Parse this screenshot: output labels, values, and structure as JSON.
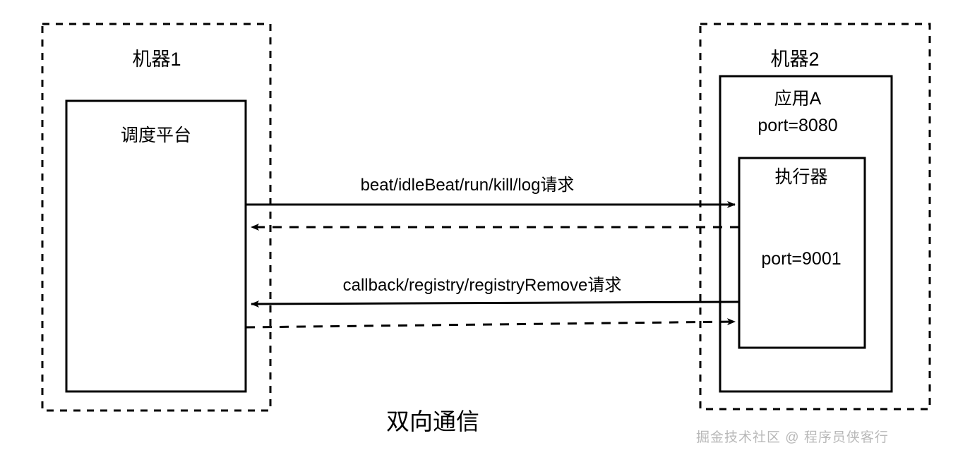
{
  "diagram": {
    "caption": "双向通信",
    "watermark": "掘金技术社区 @ 程序员侠客行",
    "machines": [
      {
        "id": "machine-1",
        "title": "机器1",
        "components": [
          {
            "id": "scheduler",
            "title": "调度平台"
          }
        ]
      },
      {
        "id": "machine-2",
        "title": "机器2",
        "components": [
          {
            "id": "application-a",
            "title": "应用A",
            "port": "port=8080",
            "children": [
              {
                "id": "executor",
                "title": "执行器",
                "port": "port=9001"
              }
            ]
          }
        ]
      }
    ],
    "connections": [
      {
        "id": "request-to-executor",
        "label": "beat/idleBeat/run/kill/log请求",
        "style": "solid",
        "direction": "left-to-right"
      },
      {
        "id": "response-from-executor",
        "label": "",
        "style": "dashed",
        "direction": "right-to-left"
      },
      {
        "id": "callback-to-scheduler",
        "label": "callback/registry/registryRemove请求",
        "style": "solid",
        "direction": "right-to-left"
      },
      {
        "id": "response-from-scheduler",
        "label": "",
        "style": "dashed",
        "direction": "left-to-right"
      }
    ],
    "colors": {
      "stroke": "#000000",
      "background": "#ffffff",
      "watermark": "#b9b9b9"
    }
  }
}
